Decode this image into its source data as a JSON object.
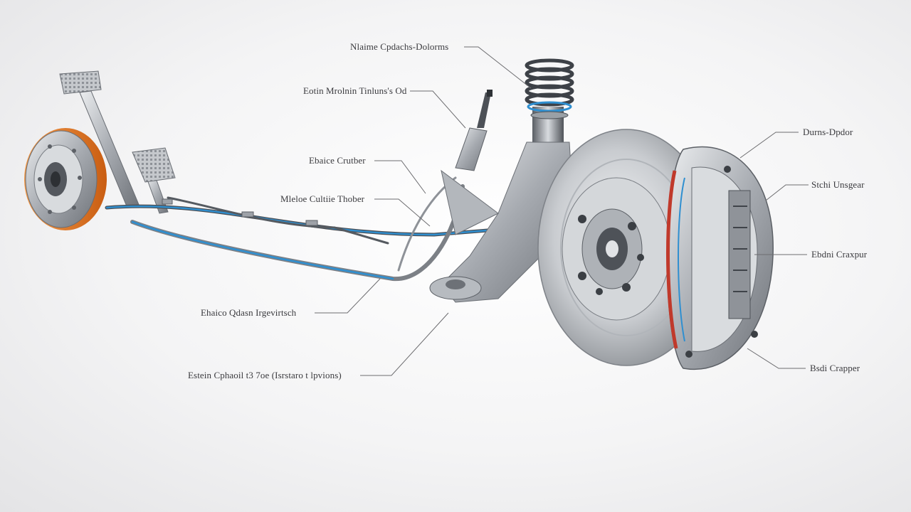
{
  "labels": {
    "top": "Nlaime Cpdachs-Dolorms",
    "upper": "Eotin Mrolnin Tinluns's Od",
    "brake_cruther": "Ebaice Crutber",
    "meloe": "Mleloe Cultiie Thober",
    "lower": "Ehaico Qdasn Irgevirtsch",
    "bottom": "Estein Cphaoil t3 7oe (Isrstaro t lpvions)",
    "right_1": "Durns-Dpdor",
    "right_2": "Stchi Unsgear",
    "right_3": "Ebdni Craxpur",
    "right_4": "Bsdi Crapper"
  },
  "colors": {
    "brake_line": "#2f8fd0",
    "booster_orange": "#e8741f",
    "steel": "#a9adb3",
    "leader": "#6d6d70"
  }
}
